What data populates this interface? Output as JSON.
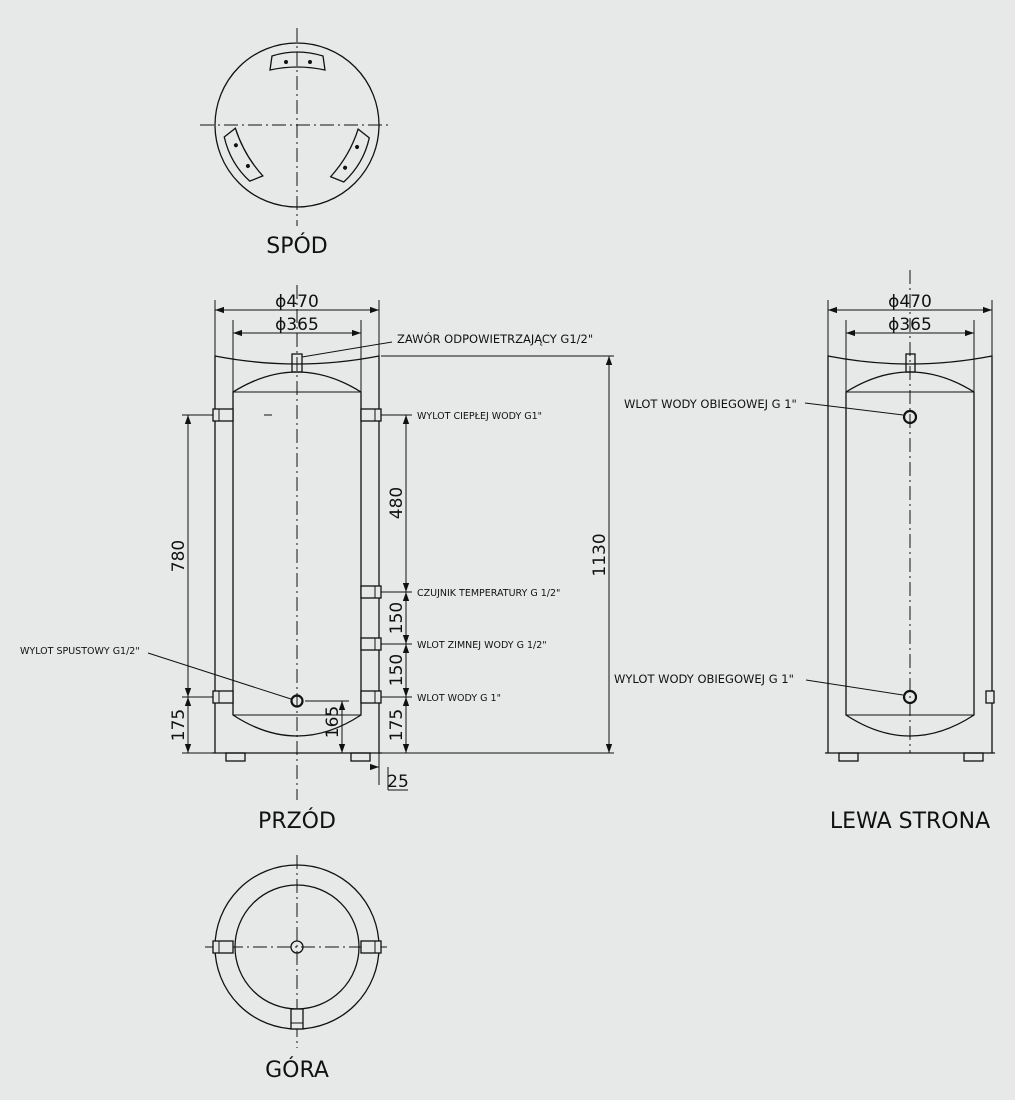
{
  "views": {
    "bottom": "SPÓD",
    "front": "PRZÓD",
    "left_side": "LEWA STRONA",
    "top": "GÓRA"
  },
  "dimensions": {
    "outer_diameter": "ϕ470",
    "inner_diameter": "ϕ365",
    "total_height": "1130",
    "hot_outlet_height": "780",
    "sensor_spacing": "480",
    "spacing_a": "150",
    "spacing_b": "150",
    "base_height_left": "175",
    "base_height_right": "175",
    "drain_height": "165",
    "offset": "25"
  },
  "labels": {
    "vent_valve": "ZAWÓR ODPOWIETRZAJĄCY G1/2\"",
    "hot_water_outlet": "WYLOT CIEPŁEJ WODY G1\"",
    "temperature_sensor": "CZUJNIK TEMPERATURY G 1/2\"",
    "cold_water_inlet": "WLOT ZIMNEJ WODY G 1/2\"",
    "water_inlet": "WLOT WODY G 1\"",
    "drain_outlet": "WYLOT SPUSTOWY G1/2\"",
    "circuit_inlet_top": "WLOT WODY OBIEGOWEJ G 1\"",
    "circuit_outlet_bottom": "WYLOT WODY OBIEGOWEJ G 1\""
  }
}
